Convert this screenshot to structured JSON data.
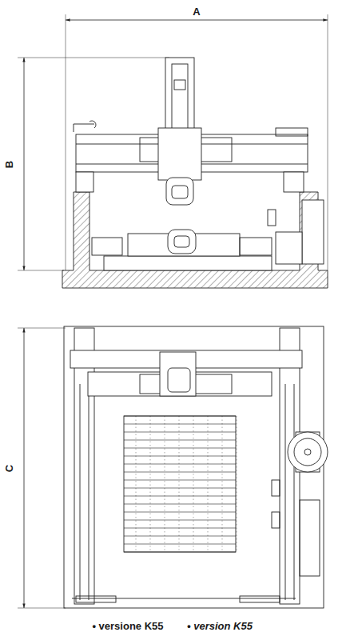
{
  "diagram": {
    "labels": [
      "A",
      "B",
      "C",
      "• versione K55",
      "• version K55"
    ]
  }
}
